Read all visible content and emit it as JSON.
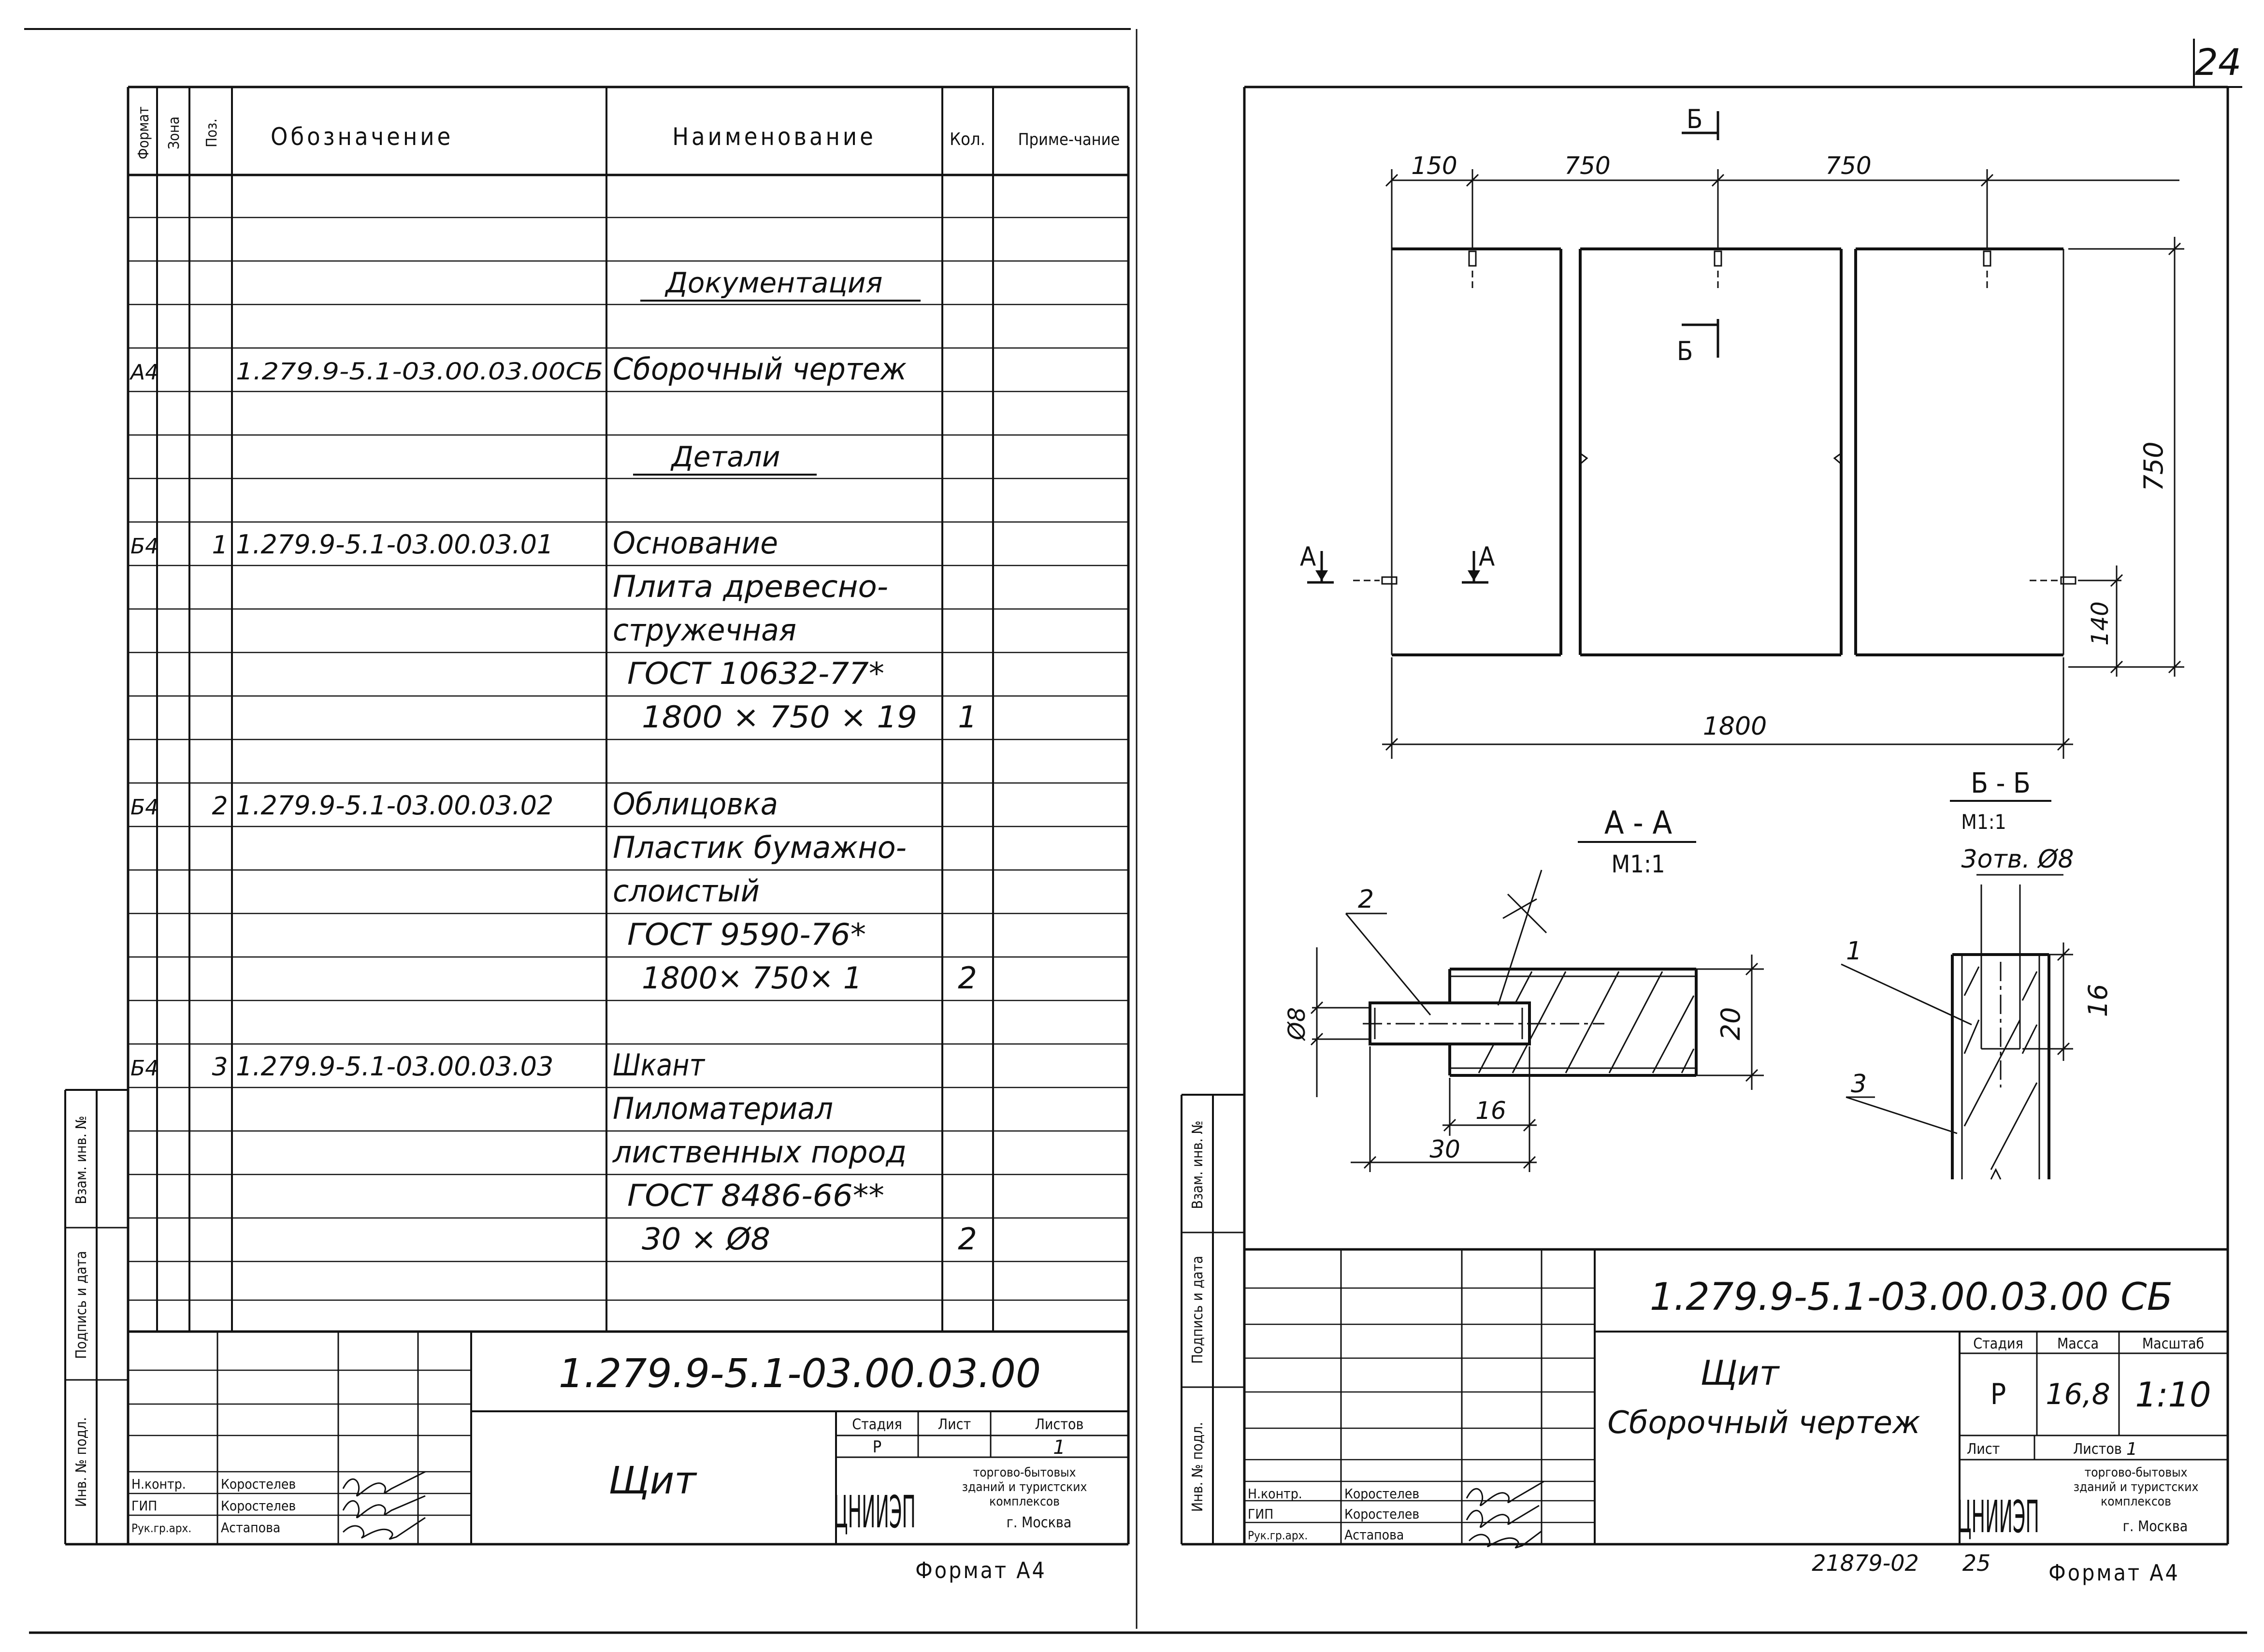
{
  "page_number": "24",
  "left_sheet": {
    "headers": {
      "format": "Формат",
      "zone": "Зона",
      "pos": "Поз.",
      "designation": "Обозначение",
      "name": "Наименование",
      "qty": "Кол.",
      "note": "Приме-чание"
    },
    "sections": [
      {
        "title": "Документация"
      },
      {
        "title": "Детали"
      }
    ],
    "rows": [
      {
        "format": "А4",
        "pos": "",
        "designation": "1.279.9-5.1-03.00.03.00СБ",
        "name": "Сборочный чертеж",
        "qty": ""
      },
      {
        "format": "Б4",
        "pos": "1",
        "designation": "1.279.9-5.1-03.00.03.01",
        "name": "Основание",
        "qty": ""
      },
      {
        "format": "",
        "pos": "",
        "designation": "",
        "name": "Плита древесно-",
        "qty": ""
      },
      {
        "format": "",
        "pos": "",
        "designation": "",
        "name": "стружечная",
        "qty": ""
      },
      {
        "format": "",
        "pos": "",
        "designation": "",
        "name": "ГОСТ 10632-77*",
        "qty": ""
      },
      {
        "format": "",
        "pos": "",
        "designation": "",
        "name": "1800 × 750 × 19",
        "qty": "1"
      },
      {
        "format": "Б4",
        "pos": "2",
        "designation": "1.279.9-5.1-03.00.03.02",
        "name": "Облицовка",
        "qty": ""
      },
      {
        "format": "",
        "pos": "",
        "designation": "",
        "name": "Пластик бумажно-",
        "qty": ""
      },
      {
        "format": "",
        "pos": "",
        "designation": "",
        "name": "слоистый",
        "qty": ""
      },
      {
        "format": "",
        "pos": "",
        "designation": "",
        "name": "ГОСТ 9590-76*",
        "qty": ""
      },
      {
        "format": "",
        "pos": "",
        "designation": "",
        "name": "1800× 750× 1",
        "qty": "2"
      },
      {
        "format": "Б4",
        "pos": "3",
        "designation": "1.279.9-5.1-03.00.03.03",
        "name": "Шкант",
        "qty": ""
      },
      {
        "format": "",
        "pos": "",
        "designation": "",
        "name": "Пиломатериал",
        "qty": ""
      },
      {
        "format": "",
        "pos": "",
        "designation": "",
        "name": "лиственных пород",
        "qty": ""
      },
      {
        "format": "",
        "pos": "",
        "designation": "",
        "name": "ГОСТ 8486-66**",
        "qty": ""
      },
      {
        "format": "",
        "pos": "",
        "designation": "",
        "name": "30 × Ø8",
        "qty": "2"
      }
    ],
    "side_labels": [
      "Инв. № подл.",
      "Подпись и дата",
      "Взам. инв. №"
    ],
    "title_block": {
      "code": "1.279.9-5.1-03.00.03.00",
      "title": "Щит",
      "stage_label": "Стадия",
      "sheet_label": "Лист",
      "sheets_label": "Листов",
      "stage": "Р",
      "sheets": "1",
      "roles": [
        "Н.контр.",
        "ГИП",
        "Рук.гр.арх."
      ],
      "names": [
        "Коростелев",
        "Коростелев",
        "Астапова"
      ],
      "org_logo": "ЦНИИЭП",
      "org_lines": [
        "торгово-бытовых",
        "зданий и туристских",
        "комплексов",
        "г. Москва"
      ]
    },
    "format_note": "Формат А4"
  },
  "right_sheet": {
    "drawing": {
      "dims_top": [
        "150",
        "750",
        "750"
      ],
      "dim_height": "750",
      "dim_140": "140",
      "dim_total": "1800",
      "section_mark_b": "Б",
      "section_mark_a": "А",
      "section_aa_title": "А - А",
      "section_aa_scale": "М1:1",
      "section_bb_title": "Б - Б",
      "section_bb_scale": "М1:1",
      "holes_note": "3отв. Ø8",
      "aa_dims": [
        "Ø8",
        "20",
        "16",
        "30"
      ],
      "bb_dims": [
        "16"
      ],
      "callouts": [
        "3",
        "1",
        "2"
      ]
    },
    "side_labels": [
      "Инв. № подл.",
      "Подпись и дата",
      "Взам. инв. №"
    ],
    "title_block": {
      "code": "1.279.9-5.1-03.00.03.00 СБ",
      "title_line1": "Щит",
      "title_line2": "Сборочный чертеж",
      "stage_label": "Стадия",
      "mass_label": "Масса",
      "scale_label": "Масштаб",
      "stage": "Р",
      "mass": "16,8",
      "scale": "1:10",
      "sheet_label": "Лист",
      "sheets_label": "Листов",
      "sheets": "1",
      "roles": [
        "Н.контр.",
        "ГИП",
        "Рук.гр.арх."
      ],
      "names": [
        "Коростелев",
        "Коростелев",
        "Астапова"
      ],
      "org_logo": "ЦНИИЭП",
      "org_lines": [
        "торгово-бытовых",
        "зданий и туристских",
        "комплексов",
        "г. Москва"
      ]
    },
    "archive_number": "21879-02",
    "page_sub": "25",
    "format_note": "Формат А4"
  }
}
